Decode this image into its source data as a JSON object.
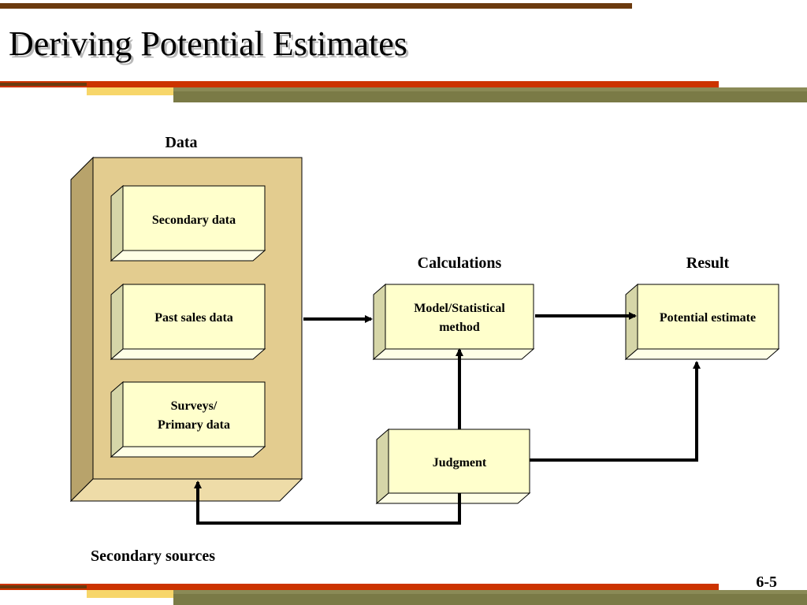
{
  "title": "Deriving Potential Estimates",
  "labels": {
    "data": "Data",
    "calculations": "Calculations",
    "result": "Result",
    "secondary_sources": "Secondary sources"
  },
  "boxes": {
    "secondary_data": "Secondary data",
    "past_sales_data": "Past sales data",
    "surveys_line1": "Surveys/",
    "surveys_line2": "Primary data",
    "model_line1": "Model/Statistical",
    "model_line2": "method",
    "potential_estimate": "Potential estimate",
    "judgment": "Judgment"
  },
  "page_number": "6-5",
  "colors": {
    "bar_brown": "#6b3a0e",
    "bar_red": "#cc3300",
    "bar_yellow": "#f7d66a",
    "bar_olive": "#7a7a46",
    "container_front": "#e3cc8f",
    "container_side": "#b8a36b",
    "box_front": "#ffffcc",
    "box_side": "#d6d6a8"
  }
}
